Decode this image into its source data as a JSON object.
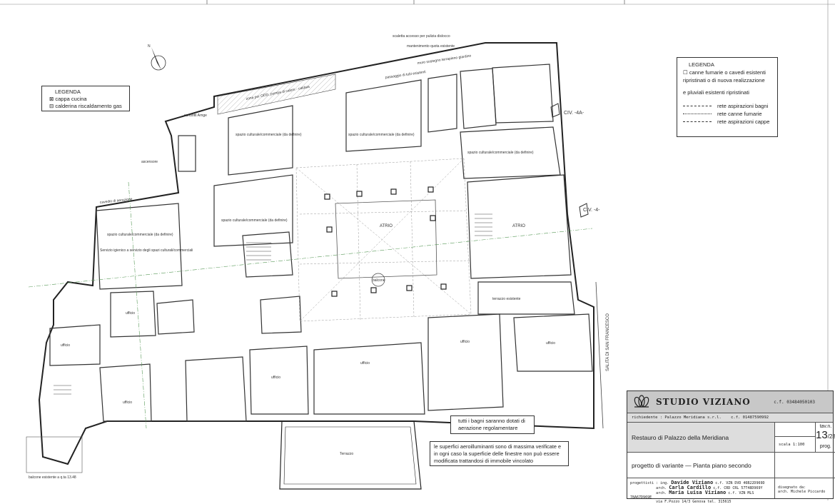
{
  "north_label": "N",
  "legend_left": {
    "title": "LEGENDA",
    "items": [
      "cappa cucina",
      "calderina riscaldamento gas"
    ]
  },
  "legend_right": {
    "title": "LEGENDA",
    "items": [
      "canne fumarie o cavedi esistenti ripristinati o di nuova realizzazione",
      "pluviali esistenti ripristinati",
      "rete aspirazioni bagni",
      "rete canne fumarie",
      "rete aspirazioni cappe"
    ],
    "pluviali_symbol": "e"
  },
  "civici": [
    "CIV. -4A-",
    "CIV. -4-"
  ],
  "street": "SALITA DI SAN FRANCESCO",
  "rooms": {
    "spazio": "spazio culturale/commerciale (da definire)",
    "atrio": "ATRIO",
    "ufficio": "ufficio",
    "terrazzo": "Terrazzo",
    "balcone": "balcone esistente a q.ta 13.48",
    "cavedio": "cavedio di aerazione",
    "servizio": "Servizio igienico a servizio degli spazi culturali/commerciali",
    "ascensore": "ascensore",
    "terrazzo_esistente": "terrazzo esistente",
    "manten": "mantenimento quota esistente",
    "scaletta": "scaletta accesso per pulizia dislocco",
    "muro": "muro sostegno terrapieno giardino",
    "passaggio": "passaggio di tubi esistenti",
    "zona": "zona per ODD, pompa di calore - caldaia",
    "balconio": "balcone",
    "condotti": "condotti Arnge"
  },
  "notes": [
    "tutti i bagni saranno dotati di aerazione regolamentare",
    "le superfici aeroilluminanti sono di massima verificate e in ogni caso la superficie delle finestre non può essere modificata trattandosi di immobile vincolato"
  ],
  "title_block": {
    "studio": "STUDIO VIZIANO",
    "studio_cf": "c.f. 03484050103",
    "richiedente": "richiedente : Palazzo Meridiana s.r.l.",
    "richiedente_cf": "c.f. 01487590992",
    "project": "Restauro di Palazzo della Meridiana",
    "subtitle": "progetto di variante — Pianta piano secondo",
    "tav_label": "tav.n.",
    "tav": "13",
    "tav_total": "/28",
    "prog_label": "prog.",
    "scale": "scala  1:100",
    "progettisti_label": "progettisti :",
    "designers": [
      {
        "role": "ing.",
        "name": "Davide Viziano",
        "cf": "c.f. VZN DVD 46B22D969D"
      },
      {
        "role": "arch.",
        "name": "Carla Cardillo",
        "cf": "c.f. CRD CRL 57T48D969Y"
      },
      {
        "role": "arch.",
        "name": "Maria Luisa Viziano",
        "cf": "c.f. VZN MLS 78A67D969E"
      }
    ],
    "address": "via F.Pozzo 14/3 Genova tel. 315615",
    "drawn_label": "disegnato da:",
    "drawn_by": "arch. Michele Piccardo"
  }
}
